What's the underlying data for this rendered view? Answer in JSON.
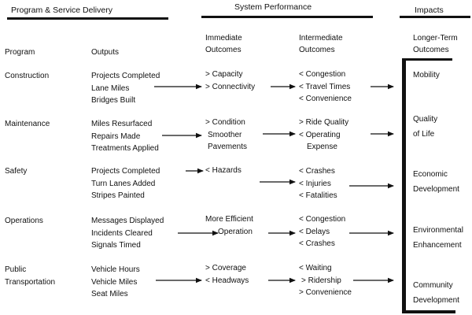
{
  "headers": {
    "program_service_delivery": "Program & Service Delivery",
    "system_performance": "System Performance",
    "impacts": "Impacts"
  },
  "columns": {
    "program": "Program",
    "outputs": "Outputs",
    "immediate": [
      "Immediate",
      "Outcomes"
    ],
    "intermediate": [
      "Intermediate",
      "Outcomes"
    ],
    "longer_term": [
      "Longer-Term",
      "Outcomes"
    ]
  },
  "rows": [
    {
      "program": [
        "Construction"
      ],
      "outputs": [
        "Projects Completed",
        "Lane Miles",
        "Bridges Built"
      ],
      "immediate": [
        "> Capacity",
        "> Connectivity"
      ],
      "intermediate": [
        "< Congestion",
        "< Travel Times",
        "< Convenience"
      ]
    },
    {
      "program": [
        "Maintenance"
      ],
      "outputs": [
        "Miles Resurfaced",
        "Repairs Made",
        "Treatments Applied"
      ],
      "immediate": [
        "> Condition",
        "Smoother",
        "Pavements"
      ],
      "intermediate": [
        "> Ride Quality",
        "< Operating",
        "Expense"
      ]
    },
    {
      "program": [
        "Safety"
      ],
      "outputs": [
        "Projects Completed",
        "Turn Lanes Added",
        "Stripes Painted"
      ],
      "immediate": [
        "< Hazards"
      ],
      "intermediate": [
        "< Crashes",
        "< Injuries",
        "< Fatalities"
      ]
    },
    {
      "program": [
        "Operations"
      ],
      "outputs": [
        "Messages Displayed",
        "Incidents Cleared",
        "Signals Timed"
      ],
      "immediate": [
        "More Efficient",
        "Operation"
      ],
      "intermediate": [
        "< Congestion",
        "< Delays",
        "< Crashes"
      ]
    },
    {
      "program": [
        "Public",
        "Transportation"
      ],
      "outputs": [
        "Vehicle Hours",
        "Vehicle Miles",
        "Seat Miles"
      ],
      "immediate": [
        "> Coverage",
        "< Headways"
      ],
      "intermediate": [
        "< Waiting",
        "> Ridership",
        "> Convenience"
      ]
    }
  ],
  "impacts": [
    [
      "Mobility"
    ],
    [
      "Quality",
      "of Life"
    ],
    [
      "Economic",
      "Development"
    ],
    [
      "Environmental",
      "Enhancement"
    ],
    [
      "Community",
      "Development"
    ]
  ]
}
